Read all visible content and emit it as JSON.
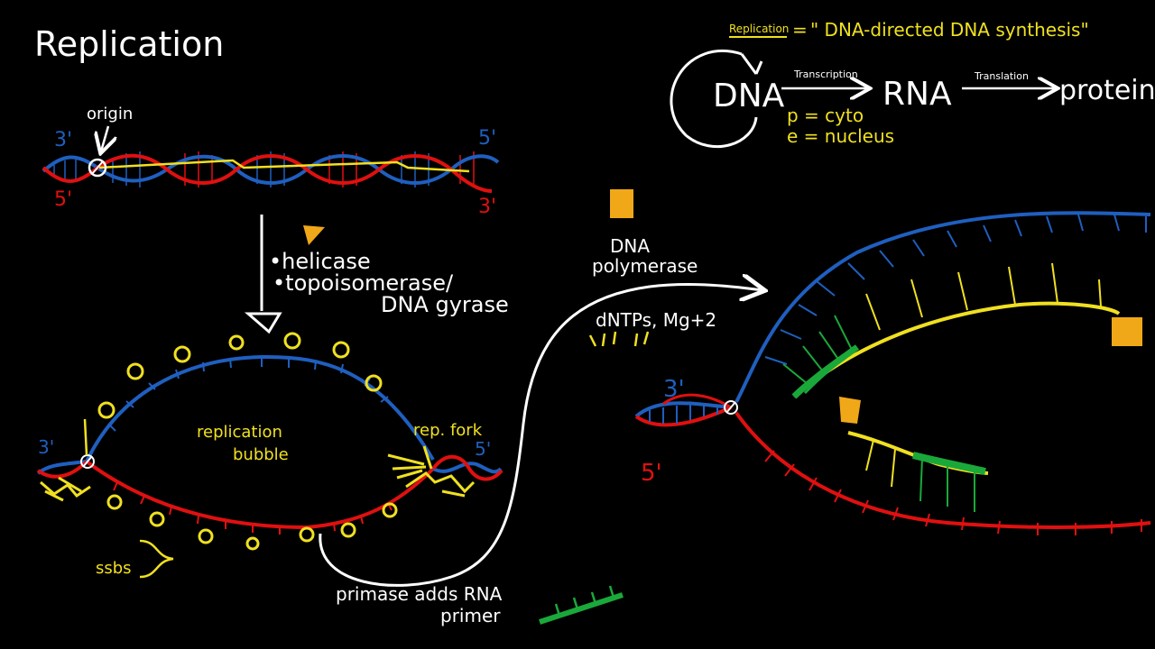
{
  "title": "Replication",
  "central_dogma": {
    "replication_label": "Replication",
    "equals": "=",
    "definition": "\" DNA-directed DNA synthesis\"",
    "dna": "DNA",
    "rna": "RNA",
    "protein": "protein",
    "transcription": "Transcription",
    "translation": "Translation",
    "prokaryote_note": "p = cyto",
    "eukaryote_note": "e = nucleus"
  },
  "top_helix": {
    "origin": "origin",
    "left_top_end": "3'",
    "left_bottom_end": "5'",
    "right_top_end": "5'",
    "right_bottom_end": "3'"
  },
  "enzymes": {
    "helicase": "•helicase",
    "topoisomerase": "•topoisomerase/",
    "gyrase": "DNA gyrase"
  },
  "bubble": {
    "label_line1": "replication",
    "label_line2": "bubble",
    "fork_label": "rep. fork",
    "left_end": "3'",
    "right_end": "5'",
    "ssb_label": "ssbs"
  },
  "polymerase": {
    "name_line1": "DNA",
    "name_line2": "polymerase",
    "requirements": "dNTPs, Mg+2"
  },
  "primase_note": {
    "line1": "primase adds RNA",
    "line2": "primer"
  },
  "right_fork": {
    "top_end": "3'",
    "bottom_end": "5'"
  },
  "colors": {
    "background": "#000000",
    "blue_strand": "#1f5fbf",
    "red_strand": "#e01010",
    "yellow": "#f0e020",
    "green": "#1aa83a",
    "orange": "#f0a818",
    "white": "#ffffff"
  }
}
